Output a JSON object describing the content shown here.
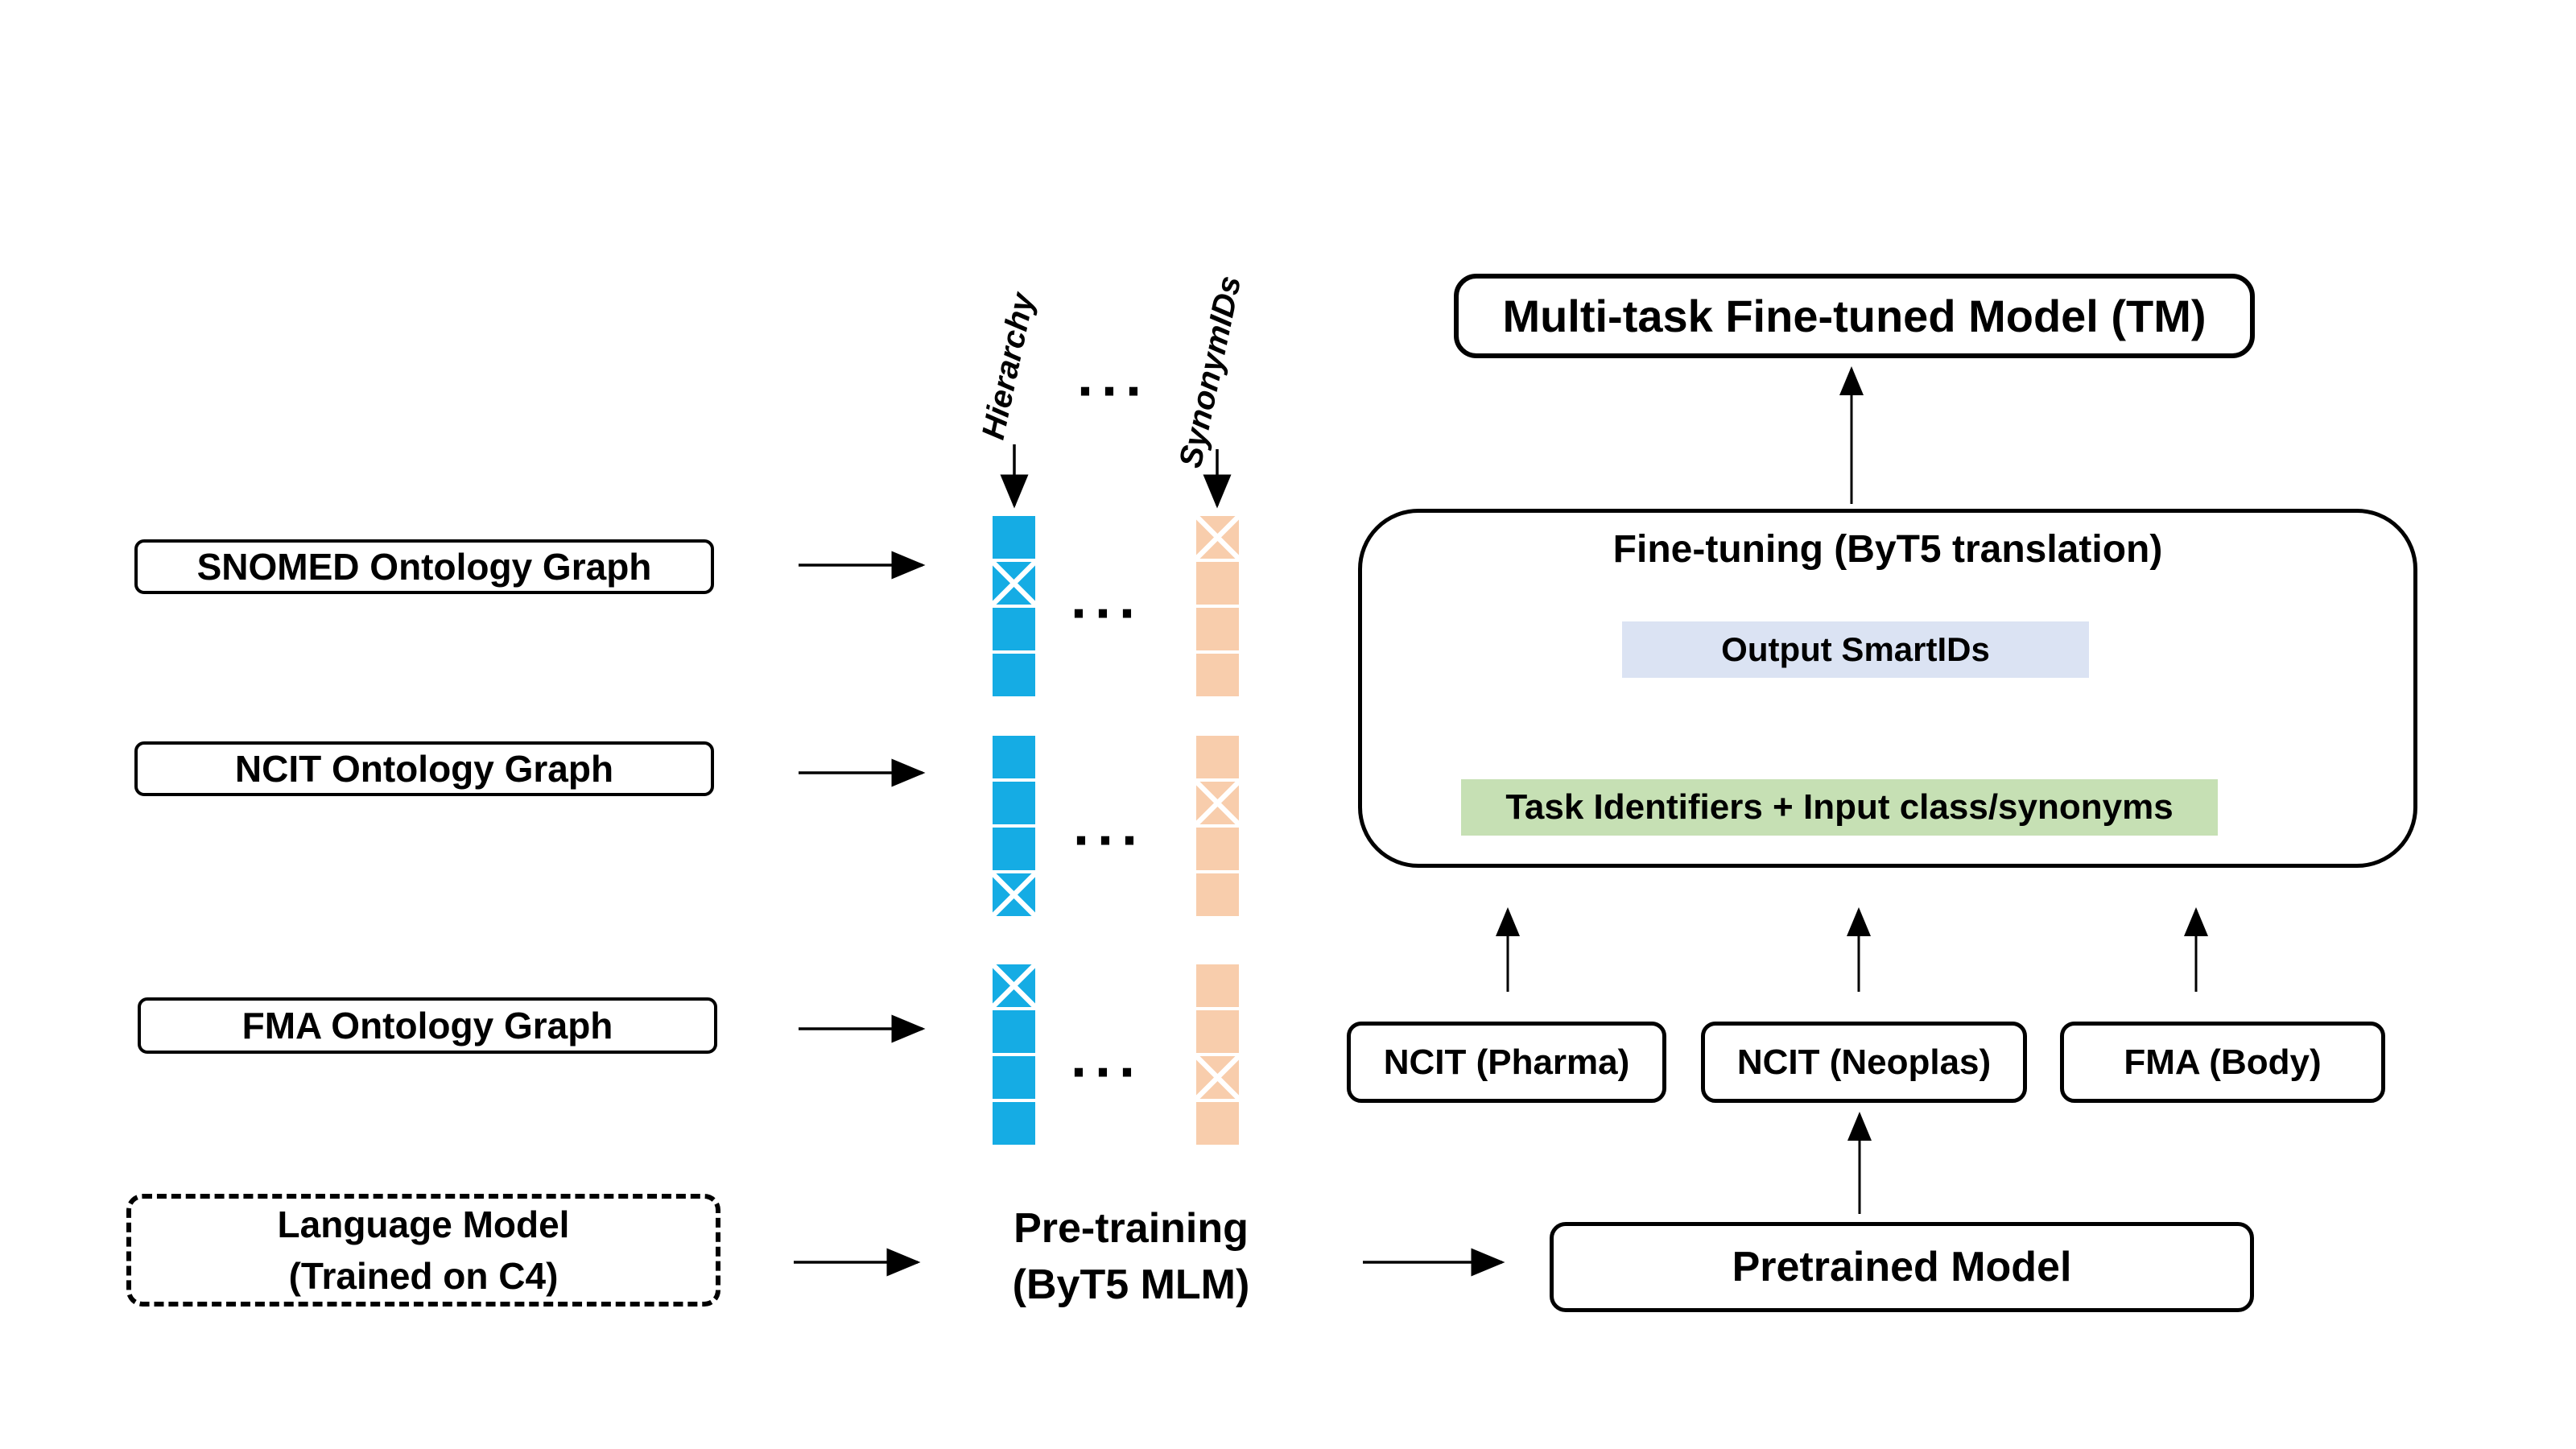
{
  "colors": {
    "token_blue": "#15ace4",
    "token_orange": "#f8cdac",
    "output_bar_bg": "#dbe3f3",
    "input_bar_bg": "#c6e0b4",
    "line_black": "#000000"
  },
  "left_column": {
    "boxes": [
      {
        "label": "SNOMED Ontology Graph"
      },
      {
        "label": "NCIT Ontology Graph"
      },
      {
        "label": "FMA Ontology Graph"
      }
    ],
    "language_model": {
      "line1": "Language Model",
      "line2": "(Trained on C4)"
    }
  },
  "token_columns": {
    "hierarchy_label": "Hierarchy",
    "synonymids_label": "SynonymIDs",
    "ellipsis": "...",
    "rows": [
      {
        "name": "snomed",
        "num_squares": 4,
        "blue_x_index": 2,
        "orange_x_index": 1
      },
      {
        "name": "ncit",
        "num_squares": 4,
        "blue_x_index": 4,
        "orange_x_index": 2
      },
      {
        "name": "fma",
        "num_squares": 4,
        "blue_x_index": 1,
        "orange_x_index": 3
      }
    ]
  },
  "pretraining": {
    "line1": "Pre-training",
    "line2": "(ByT5 MLM)"
  },
  "finetuning": {
    "title": "Fine-tuning (ByT5 translation)",
    "output_bar_label": "Output SmartIDs",
    "input_bar_label": "Task Identifiers + Input class/synonyms"
  },
  "top_box_label": "Multi-task Fine-tuned Model (TM)",
  "task_boxes": [
    {
      "label": "NCIT (Pharma)"
    },
    {
      "label": "NCIT (Neoplas)"
    },
    {
      "label": "FMA (Body)"
    }
  ],
  "pretrained_box_label": "Pretrained Model"
}
